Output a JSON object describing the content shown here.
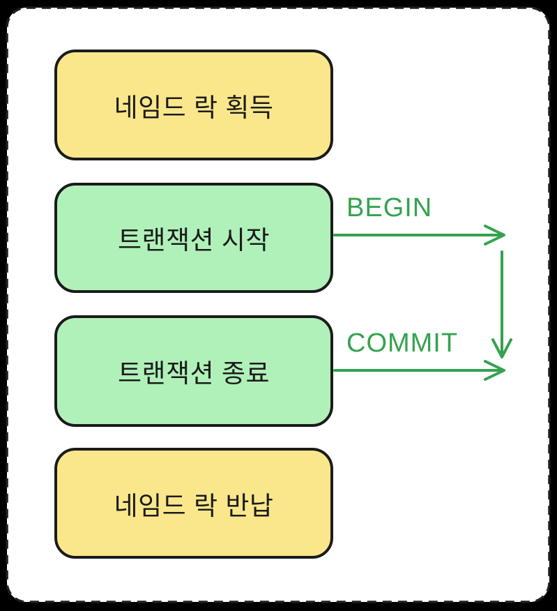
{
  "diagram": {
    "nodes": [
      {
        "id": "named-lock-acquire",
        "label": "네임드 락 획득",
        "fill": "yellow"
      },
      {
        "id": "transaction-begin",
        "label": "트랜잭션 시작",
        "fill": "green"
      },
      {
        "id": "transaction-commit",
        "label": "트랜잭션 종료",
        "fill": "green"
      },
      {
        "id": "named-lock-release",
        "label": "네임드 락 반납",
        "fill": "yellow"
      }
    ],
    "edges": [
      {
        "id": "begin-edge",
        "label": "BEGIN",
        "from": "transaction-begin",
        "direction": "right"
      },
      {
        "id": "connector-edge",
        "label": "",
        "from": "begin-edge",
        "direction": "down"
      },
      {
        "id": "commit-edge",
        "label": "COMMIT",
        "from": "transaction-commit",
        "direction": "right"
      }
    ]
  },
  "colors": {
    "background": "#000000",
    "canvas": "#ffffff",
    "canvas_border": "#1e1e1e",
    "node_border": "#1b1b1b",
    "yellow_fill": "#fae78c",
    "green_fill": "#b0f1ba",
    "arrow": "#34a24f",
    "text": "#1b1b1b"
  }
}
